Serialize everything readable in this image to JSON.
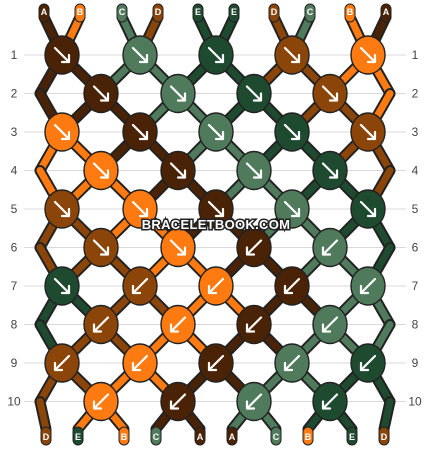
{
  "watermark": "BRACELETBOOK.COM",
  "colors": {
    "A": "#4a2306",
    "B": "#ff7a10",
    "C": "#4f7a5c",
    "D": "#8c4508",
    "E": "#1e4a30"
  },
  "top_labels": [
    "A",
    "B",
    "C",
    "D",
    "E",
    "E",
    "D",
    "C",
    "B",
    "A"
  ],
  "bottom_labels": [
    "D",
    "E",
    "B",
    "C",
    "A",
    "A",
    "C",
    "B",
    "E",
    "D"
  ],
  "rows": [
    {
      "label": "1",
      "knots": [
        {
          "color": "A",
          "arrow": "down-right"
        },
        {
          "color": "C",
          "arrow": "down-right"
        },
        {
          "color": "E",
          "arrow": "down-right"
        },
        {
          "color": "D",
          "arrow": "down-right"
        },
        {
          "color": "B",
          "arrow": "down-right"
        }
      ]
    },
    {
      "label": "2",
      "knots": [
        {
          "color": "A",
          "arrow": "down-right"
        },
        {
          "color": "C",
          "arrow": "down-right"
        },
        {
          "color": "E",
          "arrow": "down-right"
        },
        {
          "color": "D",
          "arrow": "down-right"
        }
      ]
    },
    {
      "label": "3",
      "knots": [
        {
          "color": "B",
          "arrow": "down-right"
        },
        {
          "color": "A",
          "arrow": "down-right"
        },
        {
          "color": "C",
          "arrow": "down-right"
        },
        {
          "color": "E",
          "arrow": "down-right"
        },
        {
          "color": "D",
          "arrow": "down-right"
        }
      ]
    },
    {
      "label": "4",
      "knots": [
        {
          "color": "B",
          "arrow": "down-right"
        },
        {
          "color": "A",
          "arrow": "down-right"
        },
        {
          "color": "C",
          "arrow": "down-right"
        },
        {
          "color": "E",
          "arrow": "down-right"
        }
      ]
    },
    {
      "label": "5",
      "knots": [
        {
          "color": "D",
          "arrow": "down-right"
        },
        {
          "color": "B",
          "arrow": "down-right"
        },
        {
          "color": "A",
          "arrow": "down-right"
        },
        {
          "color": "C",
          "arrow": "down-right"
        },
        {
          "color": "E",
          "arrow": "down-right"
        }
      ]
    },
    {
      "label": "6",
      "knots": [
        {
          "color": "D",
          "arrow": "down-right"
        },
        {
          "color": "B",
          "arrow": "down-right"
        },
        {
          "color": "A",
          "arrow": "down-left"
        },
        {
          "color": "C",
          "arrow": "down-left"
        }
      ]
    },
    {
      "label": "7",
      "knots": [
        {
          "color": "E",
          "arrow": "down-right"
        },
        {
          "color": "D",
          "arrow": "down-left"
        },
        {
          "color": "B",
          "arrow": "down-left"
        },
        {
          "color": "A",
          "arrow": "down-left"
        },
        {
          "color": "C",
          "arrow": "down-left"
        }
      ]
    },
    {
      "label": "8",
      "knots": [
        {
          "color": "D",
          "arrow": "down-left"
        },
        {
          "color": "B",
          "arrow": "down-left"
        },
        {
          "color": "A",
          "arrow": "down-left"
        },
        {
          "color": "C",
          "arrow": "down-left"
        }
      ]
    },
    {
      "label": "9",
      "knots": [
        {
          "color": "D",
          "arrow": "down-left"
        },
        {
          "color": "B",
          "arrow": "down-left"
        },
        {
          "color": "A",
          "arrow": "down-left"
        },
        {
          "color": "C",
          "arrow": "down-left"
        },
        {
          "color": "E",
          "arrow": "down-left"
        }
      ]
    },
    {
      "label": "10",
      "knots": [
        {
          "color": "B",
          "arrow": "down-left"
        },
        {
          "color": "A",
          "arrow": "down-left"
        },
        {
          "color": "C",
          "arrow": "down-left"
        },
        {
          "color": "E",
          "arrow": "down-left"
        }
      ]
    }
  ]
}
